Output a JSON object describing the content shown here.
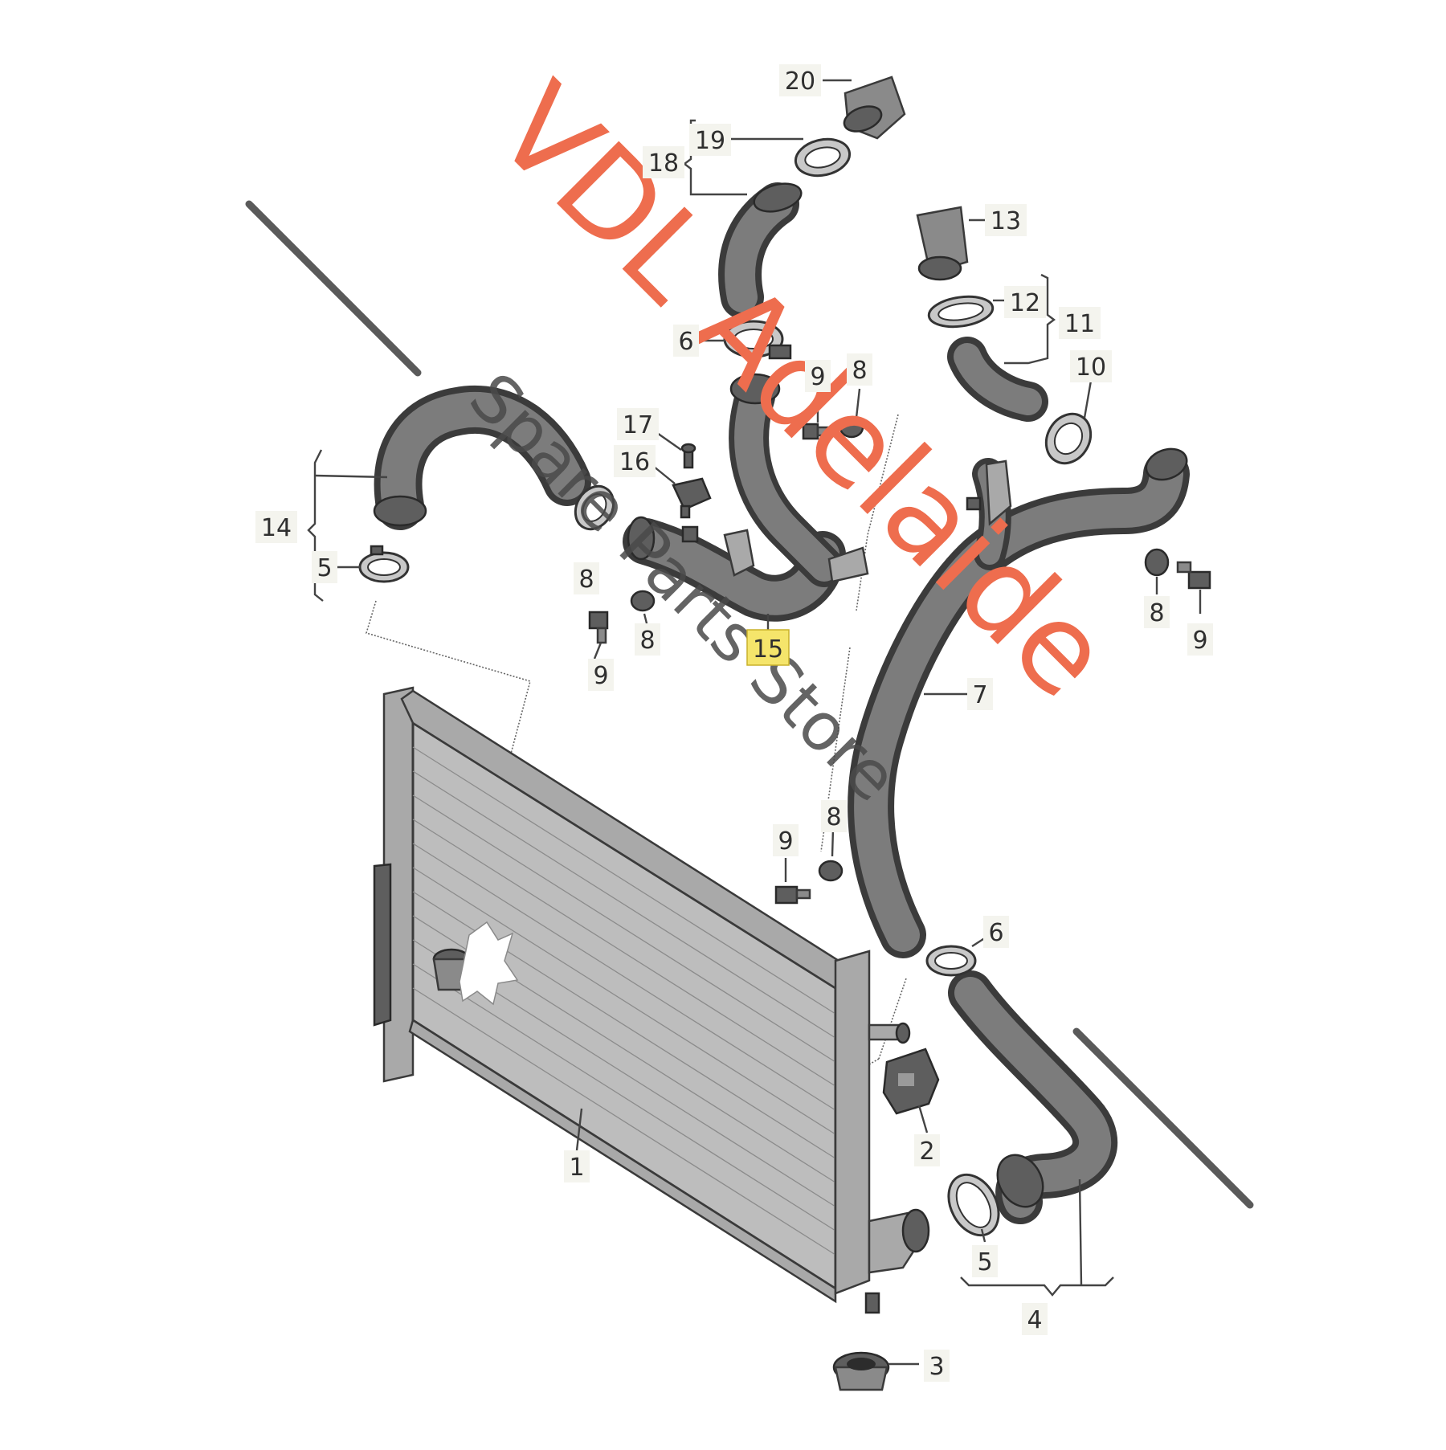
{
  "diagram": {
    "part_labels": [
      {
        "id": "1",
        "text": "1"
      },
      {
        "id": "2",
        "text": "2"
      },
      {
        "id": "3",
        "text": "3"
      },
      {
        "id": "4",
        "text": "4"
      },
      {
        "id": "5a",
        "text": "5"
      },
      {
        "id": "5b",
        "text": "5"
      },
      {
        "id": "6a",
        "text": "6"
      },
      {
        "id": "6b",
        "text": "6"
      },
      {
        "id": "7",
        "text": "7"
      },
      {
        "id": "8a",
        "text": "8"
      },
      {
        "id": "8b",
        "text": "8"
      },
      {
        "id": "8c",
        "text": "8"
      },
      {
        "id": "8d",
        "text": "8"
      },
      {
        "id": "8e",
        "text": "8"
      },
      {
        "id": "9a",
        "text": "9"
      },
      {
        "id": "9b",
        "text": "9"
      },
      {
        "id": "9c",
        "text": "9"
      },
      {
        "id": "9d",
        "text": "9"
      },
      {
        "id": "10",
        "text": "10"
      },
      {
        "id": "11",
        "text": "11"
      },
      {
        "id": "12",
        "text": "12"
      },
      {
        "id": "13",
        "text": "13"
      },
      {
        "id": "14",
        "text": "14"
      },
      {
        "id": "15",
        "text": "15"
      },
      {
        "id": "16",
        "text": "16"
      },
      {
        "id": "17",
        "text": "17"
      },
      {
        "id": "18",
        "text": "18"
      },
      {
        "id": "19",
        "text": "19"
      },
      {
        "id": "20",
        "text": "20"
      }
    ],
    "highlighted_part": "15"
  },
  "watermark": {
    "brand": "VDL Adelaide",
    "tagline": "Spare Parts Store",
    "brand_color": "#ee6d4e",
    "tagline_color": "#4a4a4a"
  }
}
